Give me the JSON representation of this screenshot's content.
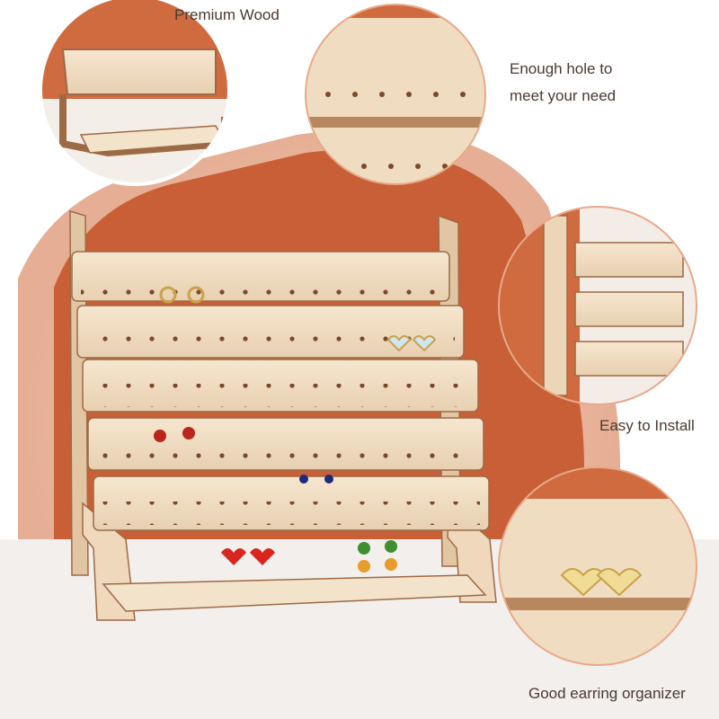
{
  "captions": {
    "premium_wood": "Premium Wood",
    "enough_hole": [
      "Enough hole to",
      "meet your need"
    ],
    "easy_install": "Easy to Install",
    "good_organizer": "Good earring organizer"
  },
  "colors": {
    "backdrop_orange": "#c95f37",
    "backdrop_glow": "#e9b49b",
    "wood": "#f0dcc0",
    "wood_edge": "#9c6a45",
    "text": "#4a3a32",
    "floor": "#f2efed"
  }
}
